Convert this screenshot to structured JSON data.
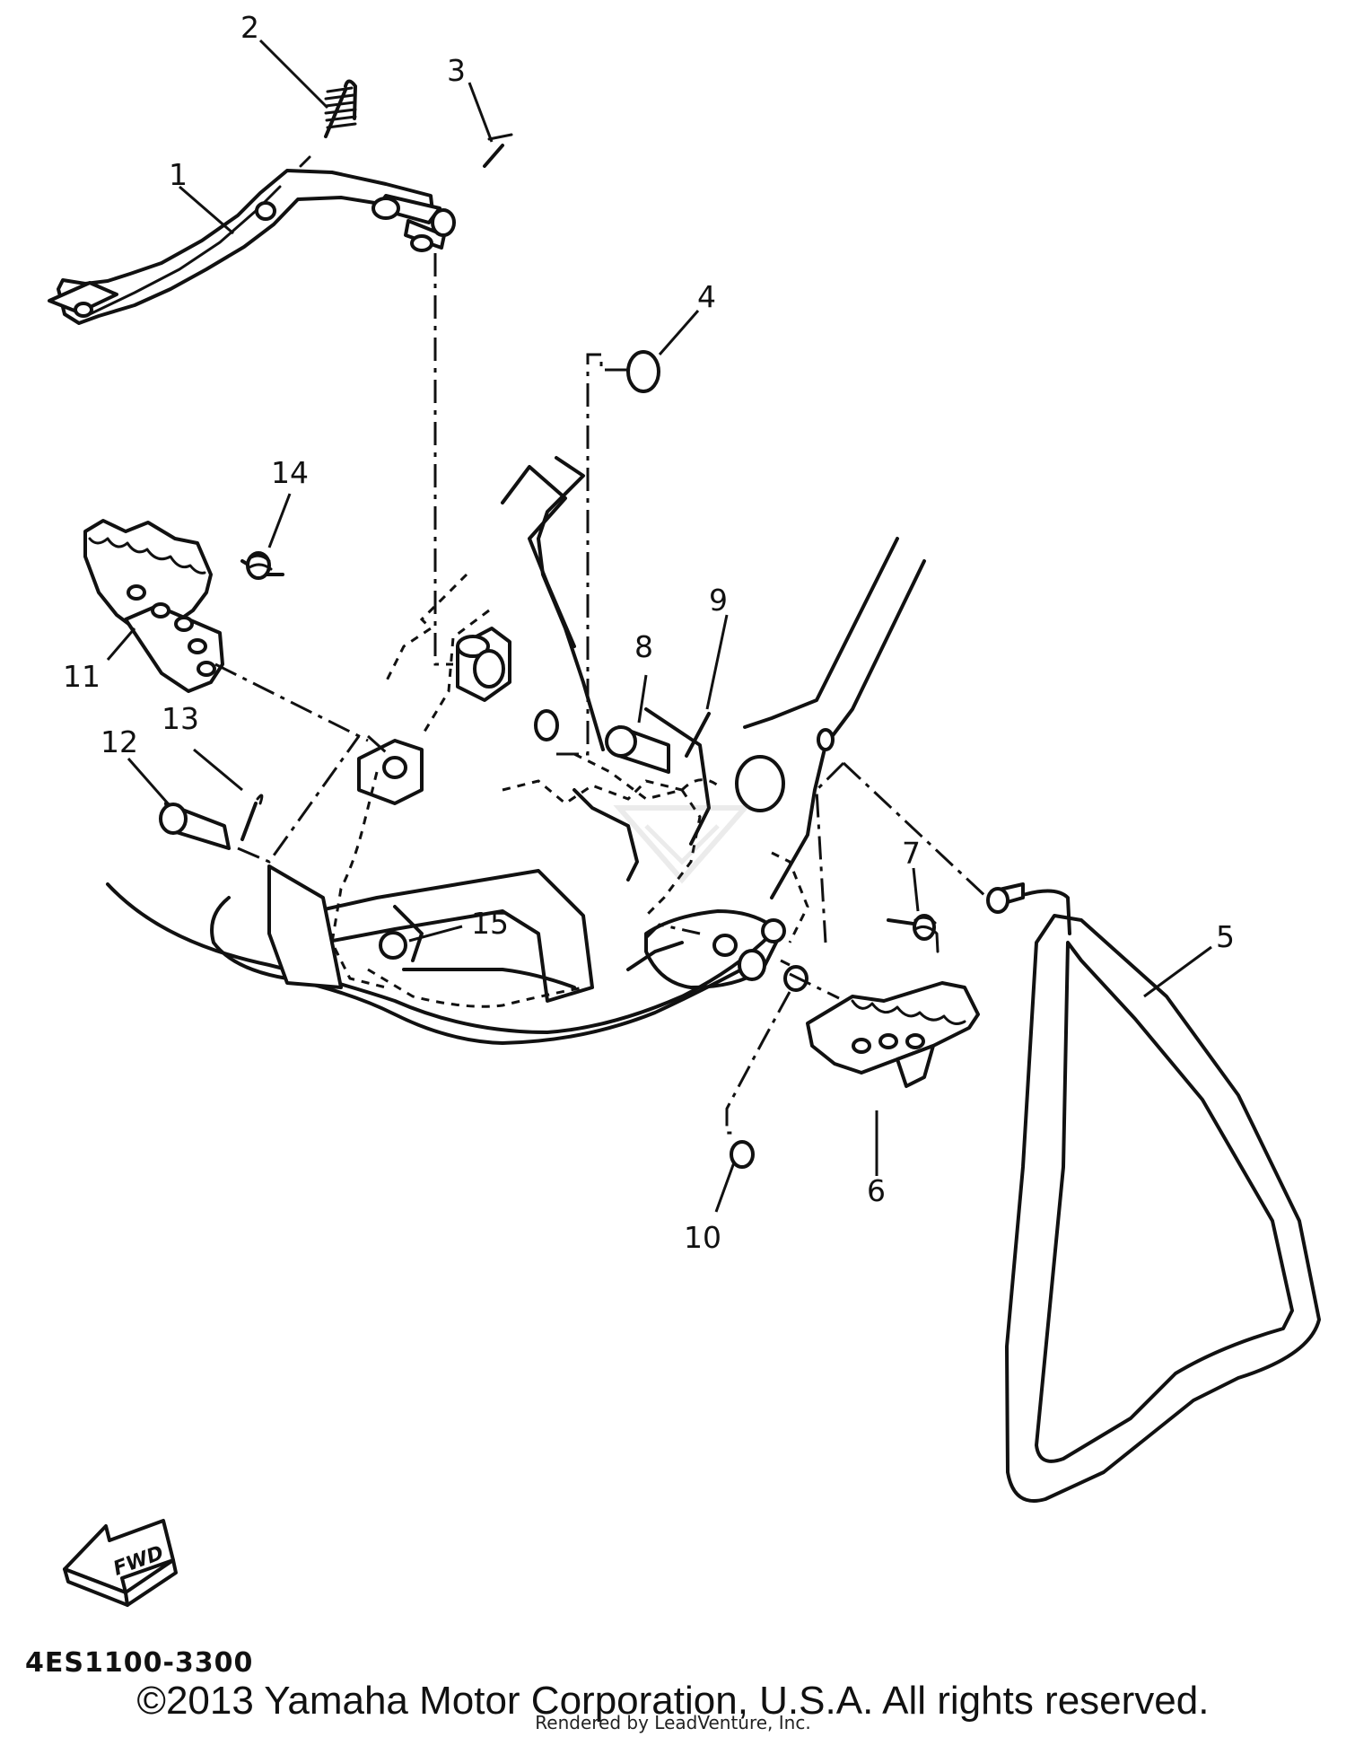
{
  "diagram": {
    "drawing_code": "4ES1100-3300",
    "direction_marker": "FWD",
    "copyright": "©2013 Yamaha Motor Corporation, U.S.A. All rights reserved.",
    "rendered_by": "Rendered by LeadVenture, Inc.",
    "callouts": [
      "1",
      "2",
      "3",
      "4",
      "5",
      "6",
      "7",
      "8",
      "9",
      "10",
      "11",
      "12",
      "13",
      "14",
      "15"
    ]
  }
}
